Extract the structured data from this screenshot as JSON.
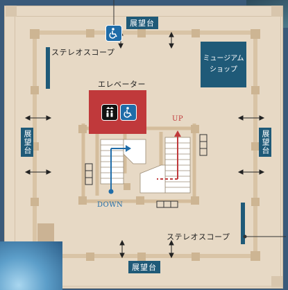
{
  "floor": {
    "observation_decks": {
      "top": "展望台",
      "bottom": "展望台",
      "left": "展望台",
      "right": "展望台"
    },
    "stereoscope_top": "ステレオスコープ",
    "stereoscope_bottom": "ステレオスコープ",
    "museum_shop": [
      "ミュージアム",
      "ショップ"
    ],
    "elevator": "エレベーター",
    "up": "UP",
    "down": "DOWN"
  },
  "icons": {
    "wheelchair": "wheelchair-icon",
    "elevator": "elevator-icon"
  },
  "colors": {
    "label_blue": "#1f5a78",
    "elevator_red": "#c0393b",
    "up_red": "#c0393b",
    "down_blue": "#1f6ca8",
    "floor": "#e7d9c5"
  }
}
